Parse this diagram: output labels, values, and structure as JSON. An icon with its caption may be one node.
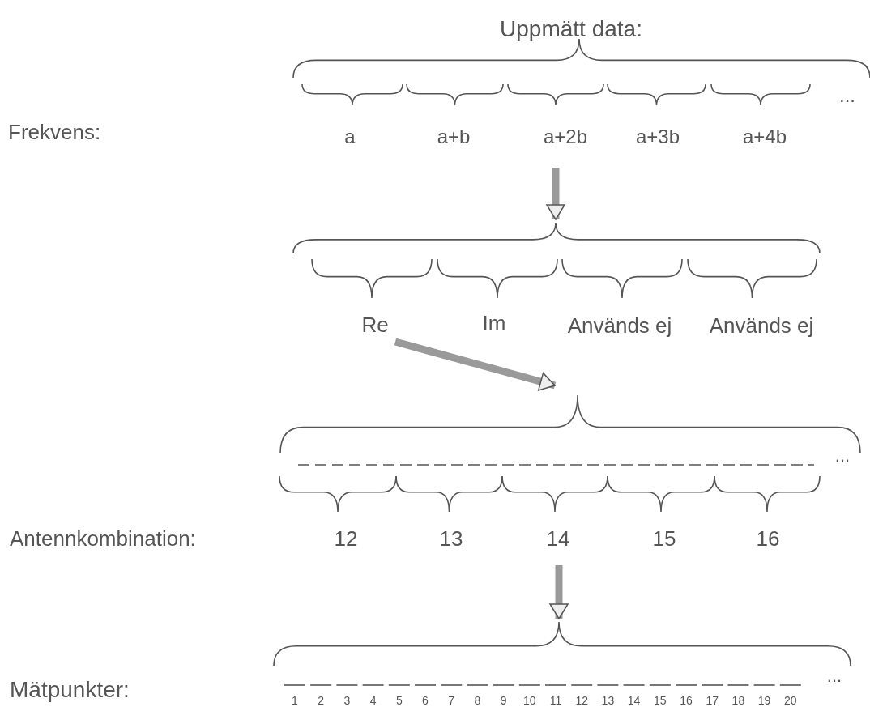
{
  "diagram": {
    "nodes": [
      {
        "text": [],
        "shape": "brace"
      },
      {
        "text": [
          "Re"
        ]
      },
      {
        "text": [],
        "shape": "brace"
      },
      {
        "text": [],
        "shape": "brace"
      }
    ],
    "edges": [
      {
        "from": null,
        "to": 0,
        "arrow": "to"
      },
      {
        "from": 1,
        "to": 2,
        "arrow": "to"
      },
      {
        "from": null,
        "to": 3,
        "arrow": "to"
      }
    ],
    "labels": [
      "Uppmätt data:",
      "...",
      "Frekvens:",
      "a",
      "a+b",
      "a+2b",
      "a+3b",
      "a+4b",
      "Im",
      "Används ej",
      "Används ej",
      "...",
      "Antennkombination:",
      "12",
      "13",
      "14",
      "15",
      "16",
      "Mätpunkter:",
      "...",
      "1",
      "2",
      "3",
      "4",
      "5",
      "6",
      "7",
      "8",
      "9",
      "10",
      "11",
      "12",
      "13",
      "14",
      "15",
      "16",
      "17",
      "18",
      "19",
      "20"
    ]
  }
}
